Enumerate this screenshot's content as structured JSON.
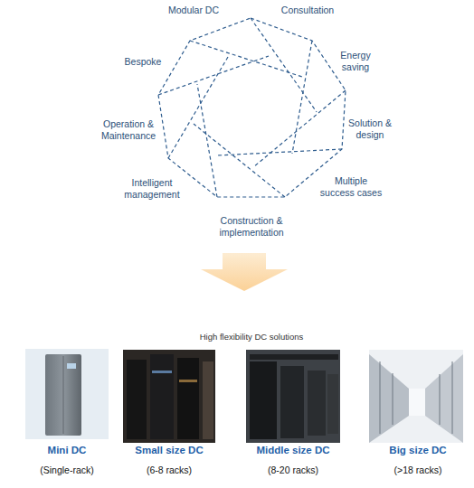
{
  "diagram": {
    "labels": [
      "Modular DC",
      "Consultation",
      "Energy saving",
      "Solution & design",
      "Multiple success cases",
      "Construction & implementation",
      "Intelligent management",
      "Operation & Maintenance",
      "Bespoke",
      "High flexibility DC solutions",
      "Mini DC",
      "(Single-rack)",
      "Small size DC",
      "(6-8 racks)",
      "Middle size DC",
      "(8-20 racks)",
      "Big size DC",
      "(>18 racks)"
    ]
  }
}
